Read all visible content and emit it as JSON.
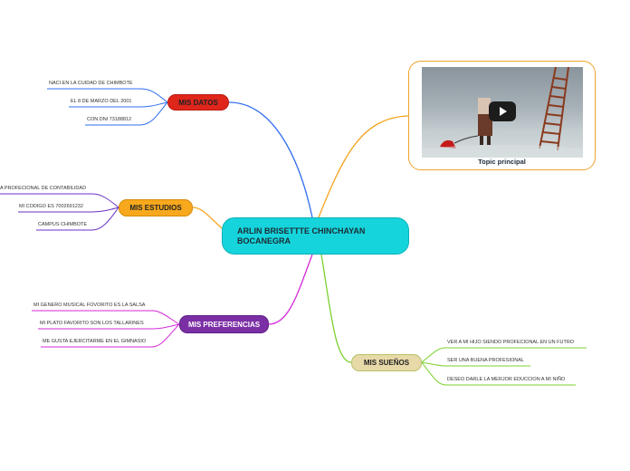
{
  "central": {
    "line1": "ARLIN BRISETTTE CHINCHAYAN",
    "line2": "BOCANEGRA"
  },
  "branches": {
    "datos": {
      "label": "MIS DATOS",
      "color": "#e0261b",
      "leaves": [
        "NACI EN LA CUIDAD DE CHIMBOTE",
        "EL 8 DE MARZO DEL 2001",
        "CON DNI 73188812"
      ]
    },
    "estudios": {
      "label": "MIS ESTUDIOS",
      "color": "#f5a31b",
      "leaves": [
        "A PROFECIONAL DE CONTABILIDAD",
        "MI CODIGO ES 7002691232",
        "CAMPUS CHIMBOTE"
      ]
    },
    "preferencias": {
      "label": "MIS PREFERENCIAS",
      "color": "#7b2fa5",
      "leaves": [
        "MI GENERO MUSICAL FOVORITO ES LA SALSA",
        "MI PLATO FAVORITO SON LOS TALLARINES",
        "ME GUSTA EJERCITARME EN EL GIMNASIO"
      ]
    },
    "suenos": {
      "label": "MIS SUEÑOS",
      "color": "#e2d3a3",
      "leaves": [
        "VER A MI HIJO SIENDO PROFECIONAL EN UN FUTRO",
        "SER UNA BUENA PROFESIONAL",
        "DESEO DARLE LA MERJOR EDUCCION A MI NIÑO"
      ]
    }
  },
  "topic": {
    "caption": "Topic principal"
  }
}
